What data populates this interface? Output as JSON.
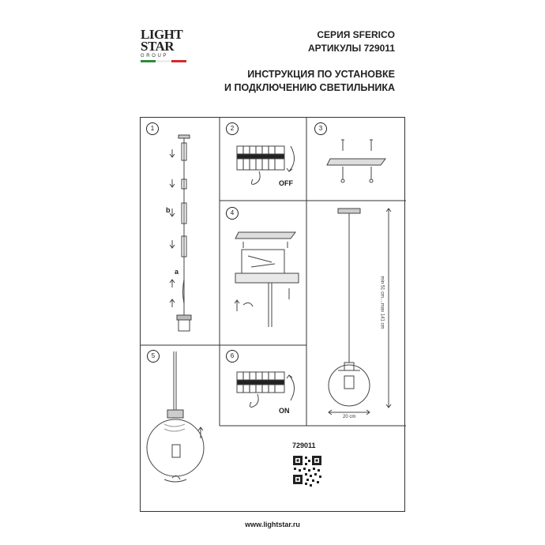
{
  "logo": {
    "line1": "LIGHT",
    "line2": "STAR",
    "line3": "GROUP",
    "flag_colors": [
      "#2e8b3a",
      "#ffffff",
      "#d22b2b"
    ]
  },
  "header": {
    "series": "СЕРИЯ SFERICO",
    "articles": "АРТИКУЛЫ 729011",
    "instruction_line1": "ИНСТРУКЦИЯ ПО УСТАНОВКЕ",
    "instruction_line2": "И ПОДКЛЮЧЕНИЮ СВЕТИЛЬНИКА"
  },
  "steps": {
    "s1": "1",
    "s2": "2",
    "s3": "3",
    "s4": "4",
    "s5": "5",
    "s6": "6"
  },
  "labels": {
    "b": "b",
    "a": "a",
    "off": "OFF",
    "on": "ON",
    "height": "min 51 cm....max 141 cm",
    "width": "20 cm",
    "article": "729011"
  },
  "footer": {
    "url": "www.lightstar.ru"
  }
}
